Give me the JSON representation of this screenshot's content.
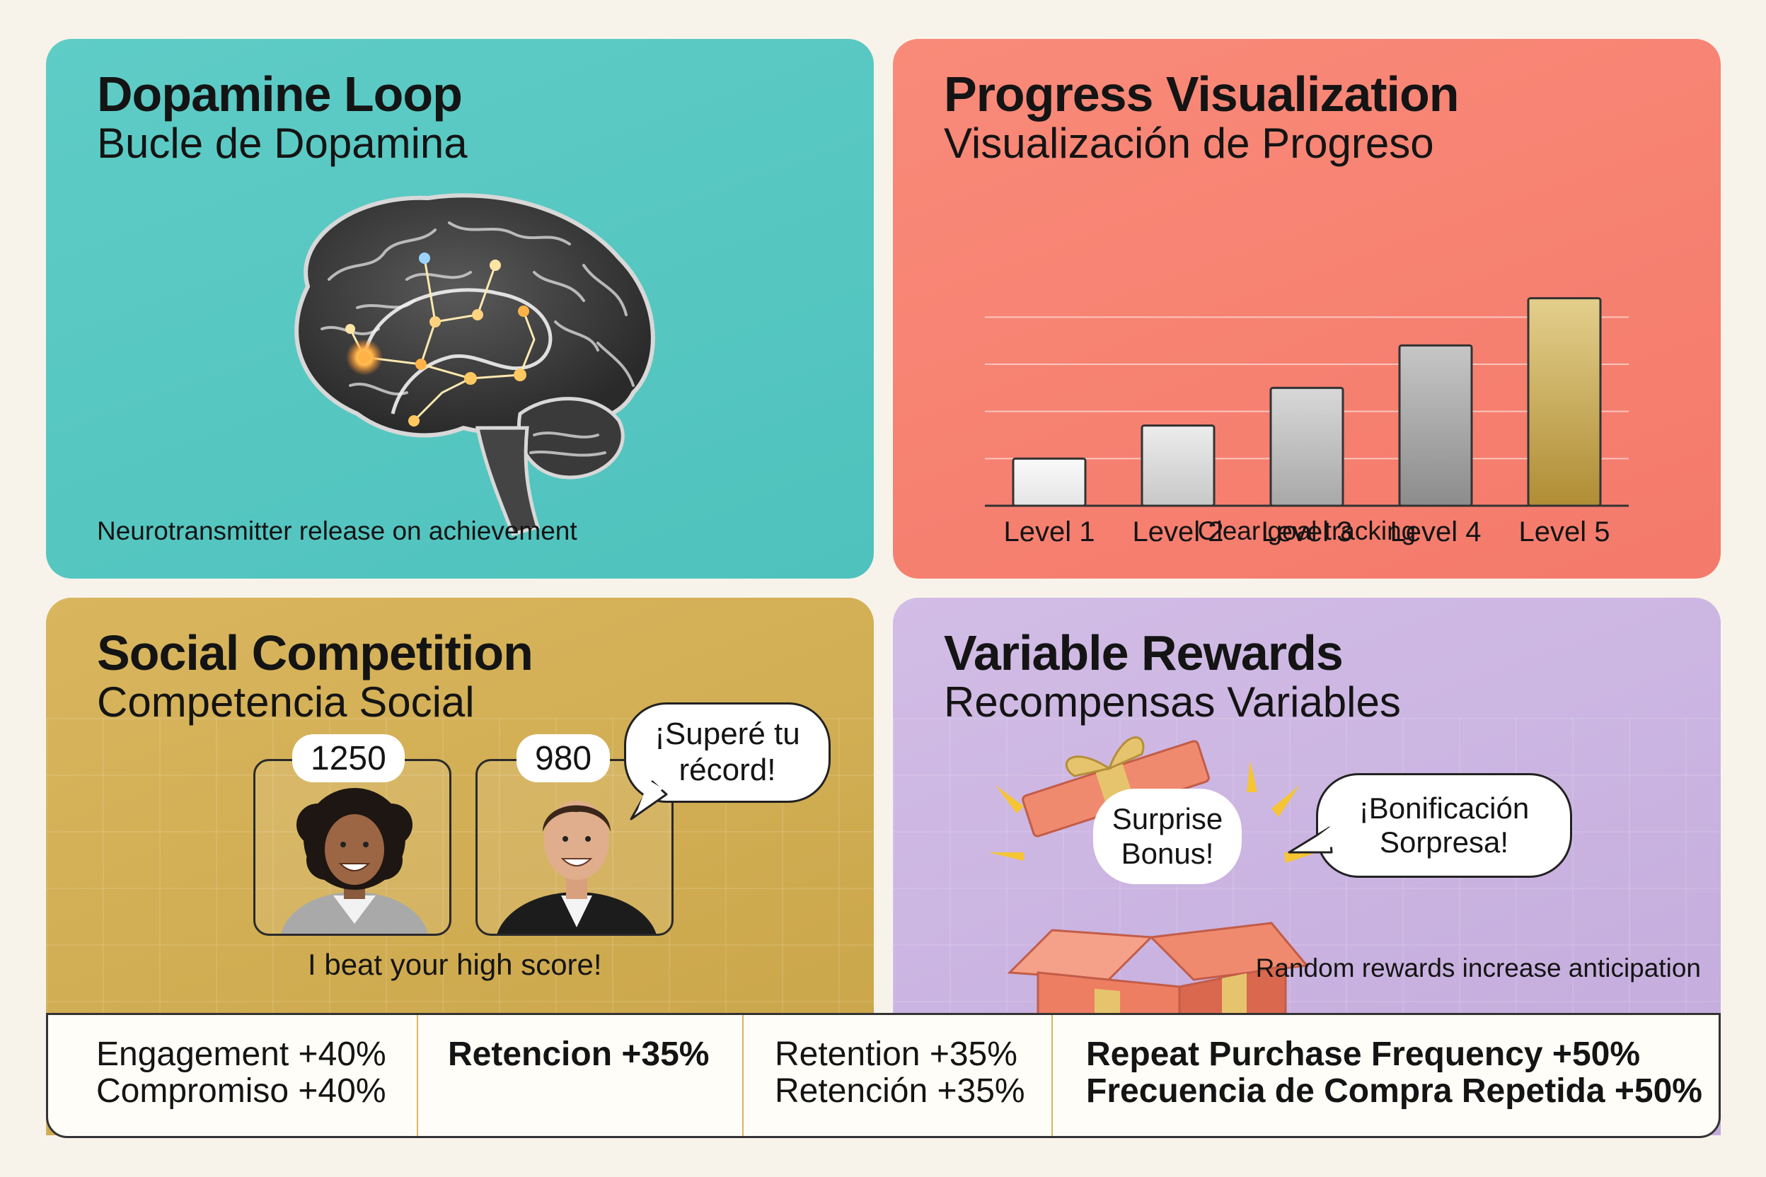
{
  "dopamine": {
    "title": "Dopamine Loop",
    "subtitle": "Bucle de Dopamina",
    "caption": "Neurotransmitter release on achievement"
  },
  "progress": {
    "title": "Progress Visualization",
    "subtitle": "Visualización de Progreso",
    "caption": "Clear goal tracking",
    "chart_data": {
      "type": "bar",
      "categories": [
        "Level 1",
        "Level 2",
        "Level 3",
        "Level 4",
        "Level 5"
      ],
      "values": [
        1,
        1.7,
        2.5,
        3.4,
        4.4
      ],
      "title": "",
      "xlabel": "",
      "ylabel": "",
      "ylim": [
        0,
        4.5
      ],
      "grid": true,
      "colors": [
        "#f4f4f4",
        "#dadada",
        "#c2c2c2",
        "#a8a8a8",
        "#c8a95a"
      ]
    }
  },
  "social": {
    "title": "Social Competition",
    "subtitle": "Competencia Social",
    "score_left": "1250",
    "score_right": "980",
    "bubble": "¡Superé tu récord!",
    "caption": "I beat your high score!"
  },
  "rewards": {
    "title": "Variable Rewards",
    "subtitle": "Recompensas Variables",
    "bubble_en": "Surprise Bonus!",
    "bubble_es": "¡Bonificación Sorpresa!",
    "caption": "Random rewards increase anticipation"
  },
  "metrics": [
    {
      "line1": "Engagement +40%",
      "line2": "Compromiso +40%"
    },
    {
      "line1": "Retencion +35%",
      "line2": ""
    },
    {
      "line1": "Retention +35%",
      "line2": "Retención +35%"
    },
    {
      "line1": "Repeat Purchase Frequency +50%",
      "line2": "Frecuencia de Compra Repetida +50%"
    }
  ],
  "colors": {
    "teal": "#4fc2bd",
    "coral": "#f47a6b",
    "gold": "#c9a448",
    "lavender": "#c3abdc"
  }
}
